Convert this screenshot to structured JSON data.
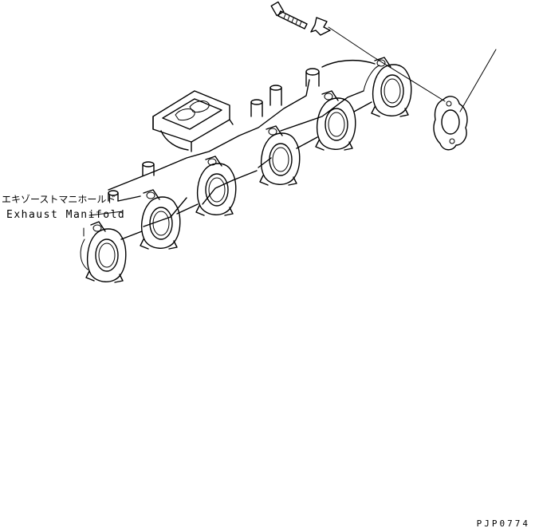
{
  "part_label_ja": "エキゾーストマニホールド",
  "part_label_en": "Exhaust Manifold",
  "figure_code": "PJP0774",
  "line_color": "#000000",
  "background_color": "#ffffff"
}
